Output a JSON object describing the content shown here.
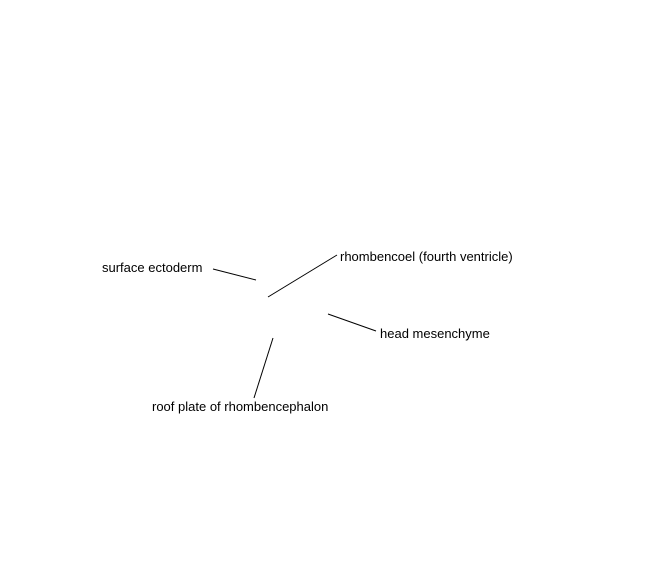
{
  "labels": {
    "surface_ectoderm": "surface ectoderm",
    "rhombencoel": "rhombencoel (fourth ventricle)",
    "head_mesenchyme": "head mesenchyme",
    "roof_plate": "roof plate of rhombencephalon"
  },
  "colors": {
    "background": "#ffffff",
    "line": "#000000",
    "text": "#000000"
  }
}
